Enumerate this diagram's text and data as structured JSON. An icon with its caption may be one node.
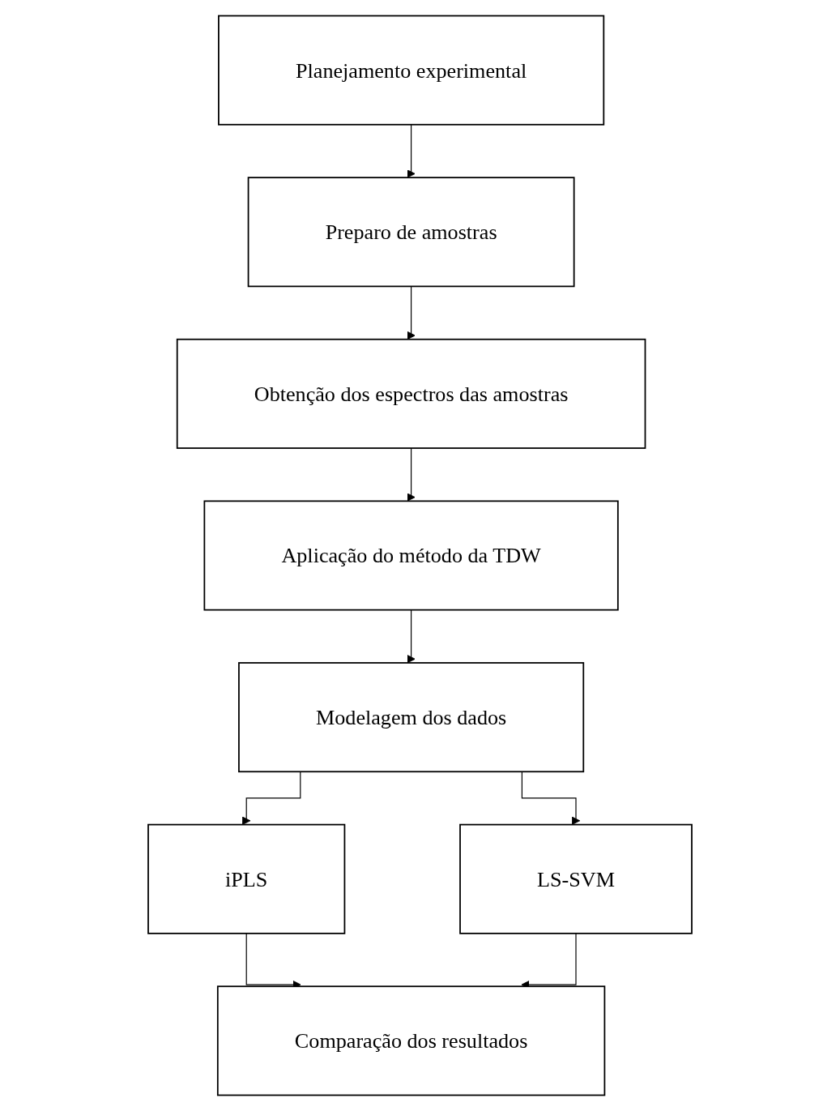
{
  "diagram": {
    "nodes": [
      {
        "text": [
          "Planejamento experimental"
        ]
      },
      {
        "text": [
          "Preparo de amostras"
        ]
      },
      {
        "text": [
          "Obtenção dos espectros das amostras"
        ]
      },
      {
        "text": [
          "Aplicação do método da TDW"
        ]
      },
      {
        "text": [
          "Modelagem dos dados"
        ]
      },
      {
        "text": [
          "iPLS"
        ]
      },
      {
        "text": [
          "LS-SVM"
        ]
      },
      {
        "text": [
          "Comparação dos resultados"
        ]
      }
    ],
    "edges": [
      {
        "from": 0,
        "to": 1,
        "arrow": "to"
      },
      {
        "from": 1,
        "to": 2,
        "arrow": "to"
      },
      {
        "from": 2,
        "to": 3,
        "arrow": "to"
      },
      {
        "from": 3,
        "to": 4,
        "arrow": "to"
      },
      {
        "from": 4,
        "to": 5,
        "arrow": "to"
      },
      {
        "from": 4,
        "to": 6,
        "arrow": "to"
      },
      {
        "from": 5,
        "to": 7,
        "arrow": "to"
      },
      {
        "from": 6,
        "to": 7,
        "arrow": "to"
      }
    ]
  }
}
